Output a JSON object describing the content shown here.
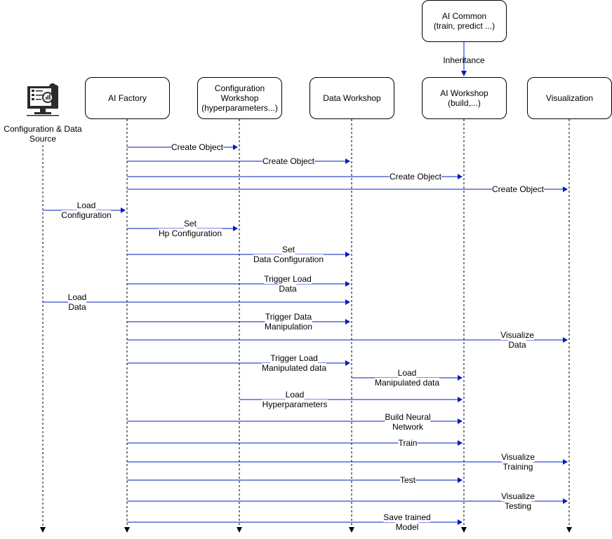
{
  "participants": {
    "ai_common": "AI Common\n(train, predict ...)",
    "ai_factory": "AI Factory",
    "configuration_workshop": "Configuration\nWorkshop\n(hyperparameters...)",
    "data_workshop": "Data Workshop",
    "ai_workshop": "AI Workshop\n(build,...)",
    "visualization": "Visualization",
    "config_data_source": "Configuration & Data\nSource"
  },
  "inheritance_label": "Inheritance",
  "colors": {
    "arrow": "#001DBC",
    "lifeline": "#000000",
    "border": "#000000"
  },
  "messages": [
    {
      "from": "ai_factory",
      "to": "configuration_workshop",
      "label": "Create Object"
    },
    {
      "from": "ai_factory",
      "to": "data_workshop",
      "label": "Create Object"
    },
    {
      "from": "ai_factory",
      "to": "ai_workshop",
      "label": "Create Object"
    },
    {
      "from": "ai_factory",
      "to": "visualization",
      "label": "Create Object"
    },
    {
      "from": "config_data_source",
      "to": "ai_factory",
      "label": "Load\nConfiguration"
    },
    {
      "from": "ai_factory",
      "to": "configuration_workshop",
      "label": "Set\nHp Configuration"
    },
    {
      "from": "ai_factory",
      "to": "data_workshop",
      "label": "Set\nData Configuration"
    },
    {
      "from": "ai_factory",
      "to": "data_workshop",
      "label": "Trigger Load\nData"
    },
    {
      "from": "config_data_source",
      "to": "data_workshop",
      "label": "Load\nData"
    },
    {
      "from": "ai_factory",
      "to": "data_workshop",
      "label": "Trigger Data\nManipulation"
    },
    {
      "from": "ai_factory",
      "to": "visualization",
      "label": "Visualize\nData"
    },
    {
      "from": "ai_factory",
      "to": "data_workshop",
      "label": "Trigger Load\nManipulated data"
    },
    {
      "from": "data_workshop",
      "to": "ai_workshop",
      "label": "Load\nManipulated data"
    },
    {
      "from": "configuration_workshop",
      "to": "ai_workshop",
      "label": "Load\nHyperparameters"
    },
    {
      "from": "ai_factory",
      "to": "ai_workshop",
      "label": "Build Neural\nNetwork"
    },
    {
      "from": "ai_factory",
      "to": "ai_workshop",
      "label": "Train"
    },
    {
      "from": "ai_factory",
      "to": "visualization",
      "label": "Visualize\nTraining"
    },
    {
      "from": "ai_factory",
      "to": "ai_workshop",
      "label": "Test"
    },
    {
      "from": "ai_factory",
      "to": "visualization",
      "label": "Visualize\nTesting"
    },
    {
      "from": "ai_factory",
      "to": "ai_workshop",
      "label": "Save trained\nModel"
    }
  ]
}
